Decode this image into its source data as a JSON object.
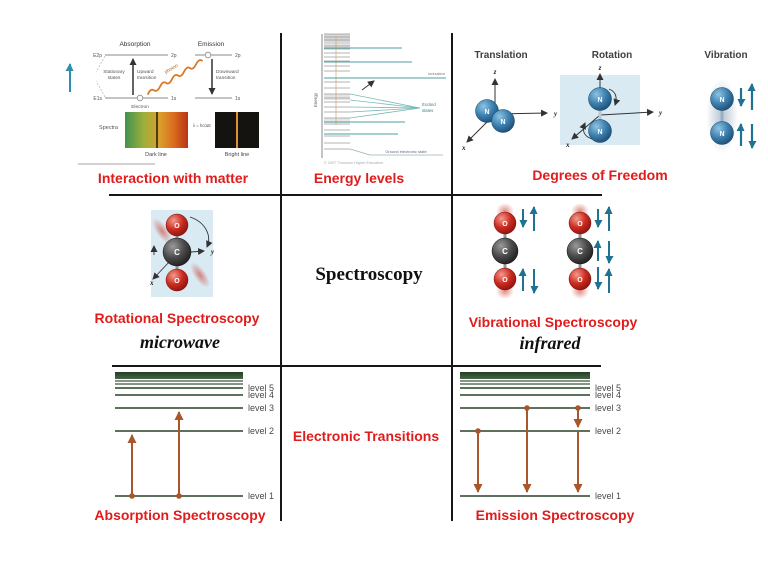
{
  "captions": {
    "interaction": "Interaction with matter",
    "energy": "Energy levels",
    "freedom": "Degrees of Freedom",
    "rotational": "Rotational Spectroscopy",
    "microwave": "microwave",
    "center_title": "Spectroscopy",
    "vibrational": "Vibrational Spectroscopy",
    "infrared": "infrared",
    "electronic": "Electronic Transitions",
    "absorption": "Absorption Spectroscopy",
    "emission": "Emission Spectroscopy"
  },
  "interaction_fig": {
    "absorption": "Absorption",
    "emission": "Emission",
    "upward": [
      "Upward",
      "transition"
    ],
    "downward": [
      "Downward",
      "transition"
    ],
    "stationary": [
      "Stationary",
      "states"
    ],
    "electron": "Electron",
    "photon": "photon",
    "e2p": "E2p",
    "e1s": "E1s",
    "p2": "2p",
    "s1": "1s",
    "spectra": "Spectra",
    "dark": "Dark line",
    "bright": "Bright line",
    "formula": "λ = hc/ΔE"
  },
  "energy_fig": {
    "axis": "Energy",
    "ionization": "ionization",
    "excited": [
      "Excited",
      "states"
    ],
    "ground": "Ground electronic state",
    "credit": "© 2007 Thomson Higher Education"
  },
  "freedom_fig": {
    "translation": "Translation",
    "rotation": "Rotation",
    "vibration": "Vibration",
    "atom": "N",
    "x": "x",
    "y": "y",
    "z": "z"
  },
  "rotational_fig": {
    "o": "O",
    "c": "C",
    "x": "x",
    "y": "y"
  },
  "vibrational_fig": {
    "o": "O",
    "c": "C"
  },
  "levels": [
    "level 5",
    "level 4",
    "level 3",
    "level 2",
    "level 1"
  ],
  "colors": {
    "accent_red": "#e01c1c",
    "arrow_orange": "#a9562b",
    "level_green": "#5d715d",
    "teal_arrow": "#1f7292",
    "nitrogen_blue": "#2f6f9f",
    "oxygen_red": "#cc2b1f",
    "carbon_gray": "#3a3a3a",
    "molecule_box_blue": "#d9eaf3",
    "grid_black": "#161616"
  }
}
